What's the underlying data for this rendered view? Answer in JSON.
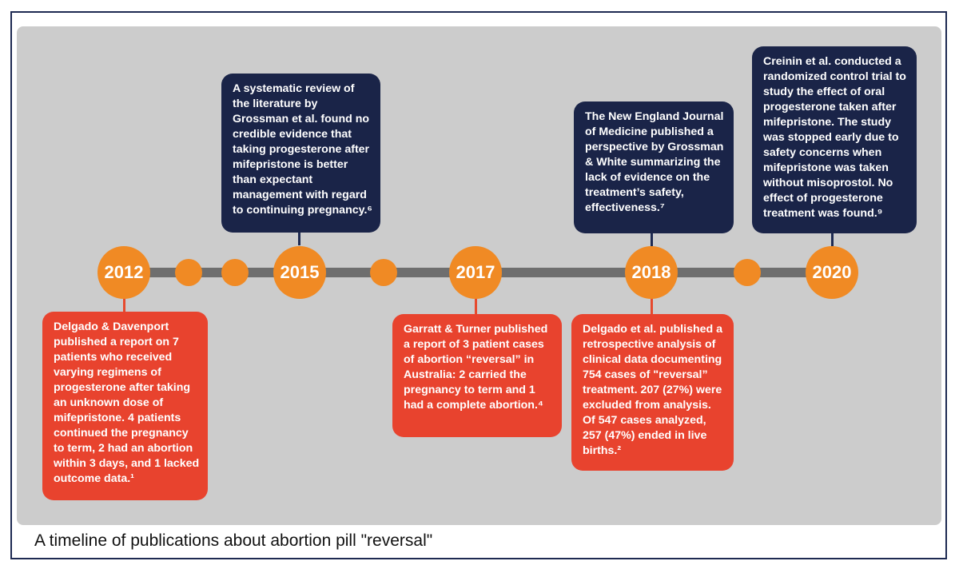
{
  "caption": "A timeline of publications about abortion pill \"reversal\"",
  "colors": {
    "navy": "#1a2448",
    "red": "#e8432e",
    "orange": "#f08a24",
    "line": "#6e6e6e",
    "panel": "#cccccc"
  },
  "timeline": {
    "years": [
      "2012",
      "2015",
      "2017",
      "2018",
      "2020"
    ],
    "events": {
      "e2012": "Delgado & Davenport published a report on 7 patients who received varying regimens of progesterone after taking an unknown dose of mifepristone. 4 patients continued the pregnancy to term, 2 had an abortion within 3 days, and 1 lacked outcome data.¹",
      "e2015": "A systematic review of the literature by Grossman et al. found no credible evidence that taking progesterone after mifepristone is better than expectant management with regard to continuing pregnancy.⁶",
      "e2017": "Garratt & Turner published a report of 3 patient cases of abortion “reversal” in Australia: 2 carried the pregnancy to term and 1 had a complete abortion.⁴",
      "e2018a": "The New England Journal of Medicine published a perspective by Grossman & White summarizing the lack of evidence on the treatment’s safety, effectiveness.⁷",
      "e2018b": "Delgado et al. published a retrospective analysis of clinical data documenting 754 cases of \"reversal” treatment. 207 (27%) were excluded from analysis. Of 547 cases analyzed, 257 (47%) ended in live births.²",
      "e2020": "Creinin et al. conducted a randomized control trial to study the effect of oral progesterone taken after mifepristone. The study was stopped early due to safety concerns when mifepristone was taken without misoprostol. No effect of progesterone treatment was found.⁹"
    }
  }
}
